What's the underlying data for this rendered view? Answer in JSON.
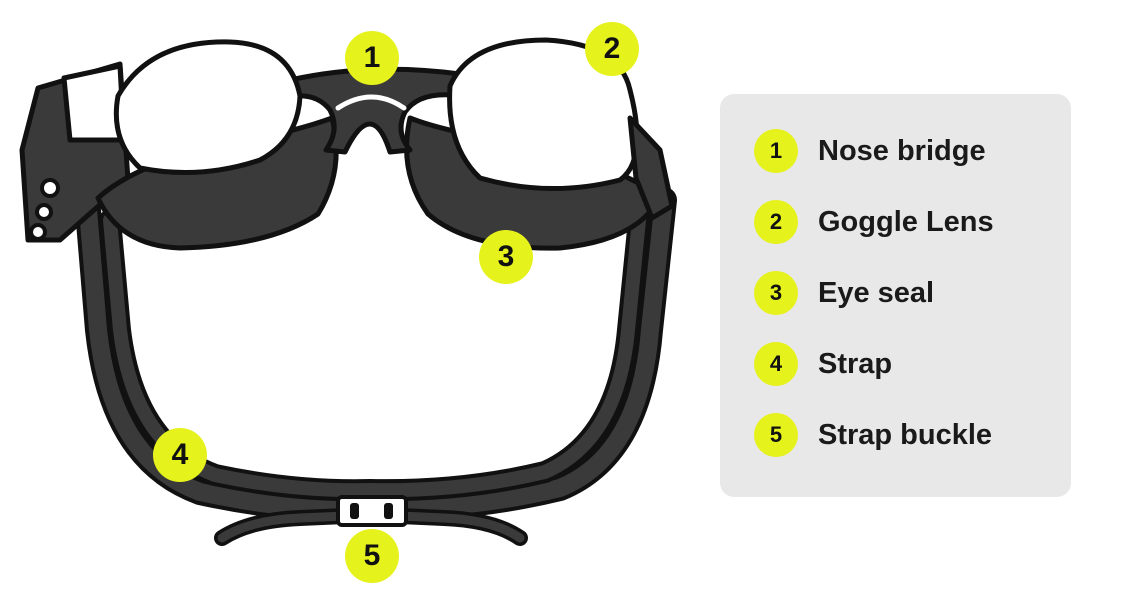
{
  "colors": {
    "accent": "#e6f21c",
    "legend_background": "#e8e8e8",
    "frame": "#3a3a3a",
    "outline": "#111111",
    "lens": "#ffffff"
  },
  "callouts": [
    {
      "number": "1",
      "label": "Nose bridge"
    },
    {
      "number": "2",
      "label": "Goggle Lens"
    },
    {
      "number": "3",
      "label": "Eye seal"
    },
    {
      "number": "4",
      "label": "Strap"
    },
    {
      "number": "5",
      "label": "Strap buckle"
    }
  ]
}
